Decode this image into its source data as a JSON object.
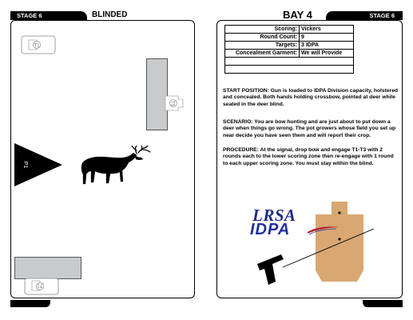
{
  "left": {
    "stage_label": "STAGE 6",
    "stage_name": "BLINDED",
    "targets": [
      "T1",
      "T3",
      "T2"
    ],
    "start_marker": "P1"
  },
  "right": {
    "bay_title": "BAY 4",
    "stage_label": "STAGE 6",
    "info": [
      {
        "key": "Scoring:",
        "value": "Vickers"
      },
      {
        "key": "Round Count:",
        "value": "9"
      },
      {
        "key": "Targets:",
        "value": "3 IDPA"
      },
      {
        "key": "Concealment Garment:",
        "value": "We will Provide"
      }
    ],
    "start_position": {
      "label": "START POSITION:",
      "text": "Gun is loaded to IDPA Division capacity, holstered and concealed.  Both hands holding crossbow, pointed at deer while seated in the deer blind."
    },
    "scenario": {
      "label": "SCENARIO:",
      "text": "You are bow hunting and are just about to put down a deer when things go wrong. The pot growers whose field you set up near decide you have seen them and will report their crop."
    },
    "procedure": {
      "label": "PROCEDURE:",
      "text": "At the signal, drop bow and engage T1-T3 with 2 rounds each to the lower scoring zone then re-engage with 1 round to each upper scoring zone. You must stay within the blind."
    },
    "logo_top": "LRSA",
    "logo_bottom": "IDPA"
  },
  "colors": {
    "wall_gray": "#c8cacb",
    "target_tan": "#d9a872",
    "logo_blue": "#1f2a8a",
    "logo_red": "#b0262c"
  }
}
